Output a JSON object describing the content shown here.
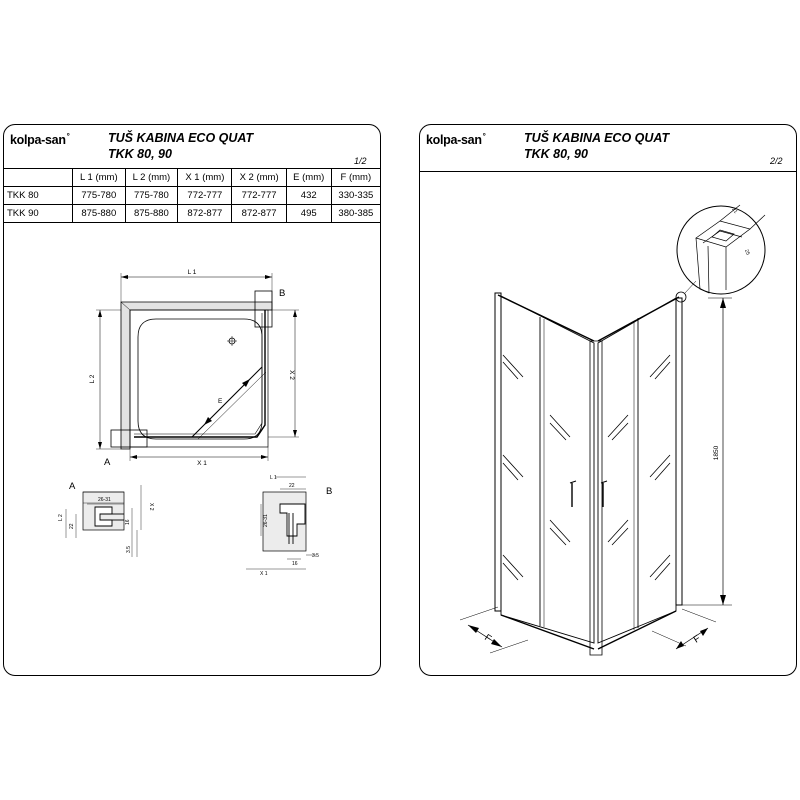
{
  "brand": {
    "name": "kolpa-san"
  },
  "sheets": [
    {
      "title_line1": "TUŠ KABINA ECO QUAT",
      "title_line2": "TKK 80, 90",
      "page": "1/2"
    },
    {
      "title_line1": "TUŠ KABINA ECO QUAT",
      "title_line2": "TKK 80, 90",
      "page": "2/2"
    }
  ],
  "table": {
    "headers": [
      "L 1  (mm)",
      "L 2  (mm)",
      "X 1  (mm)",
      "X 2  (mm)",
      "E (mm)",
      "F (mm)"
    ],
    "rows": [
      {
        "label": "TKK 80",
        "cells": [
          "775-780",
          "775-780",
          "772-777",
          "772-777",
          "432",
          "330-335"
        ]
      },
      {
        "label": "TKK 90",
        "cells": [
          "875-880",
          "875-880",
          "872-877",
          "872-877",
          "495",
          "380-385"
        ]
      }
    ]
  },
  "plan": {
    "label_l1": "L 1",
    "label_l2": "L 2",
    "label_x1": "X 1",
    "label_x2": "X 2",
    "label_e": "E",
    "callout_a": "A",
    "callout_b": "B"
  },
  "detail_a": {
    "callout": "A",
    "dim_top": "26-31",
    "dim_left": "L 2",
    "dim_inner": "22",
    "dim_right1": "X 2",
    "dim_right2": "16",
    "dim_bottom": "3.5"
  },
  "detail_b": {
    "callout": "B",
    "dim_l1": "L 1",
    "dim_top": "22",
    "dim_left": "26-31",
    "dim_bottom": "16",
    "dim_x1": "X 1",
    "dim_right": "3.5"
  },
  "perspective": {
    "height_label": "1850",
    "f_left": "F",
    "f_right": "F",
    "zoom_dim1": "21",
    "zoom_dim2": "25"
  }
}
